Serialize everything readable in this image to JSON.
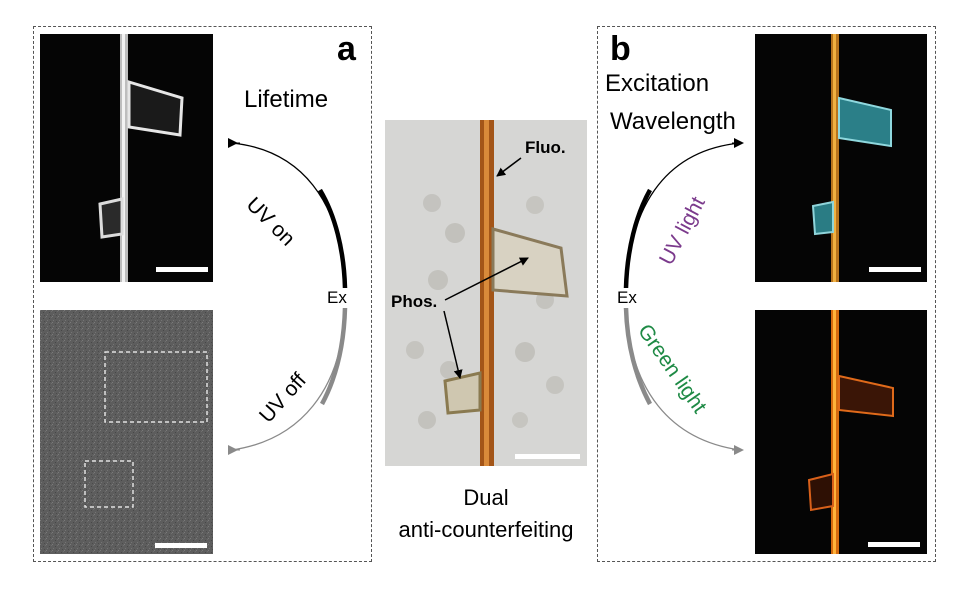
{
  "panel_a": {
    "letter": "a",
    "title": "Lifetime",
    "arc_top_label": "UV on",
    "arc_bottom_label": "UV off",
    "ex_label": "Ex"
  },
  "center": {
    "fluo_label": "Fluo.",
    "phos_label": "Phos.",
    "caption_line1": "Dual",
    "caption_line2": "anti-counterfeiting"
  },
  "panel_b": {
    "letter": "b",
    "title_line1": "Excitation",
    "title_line2": "Wavelength",
    "arc_top_label": "UV light",
    "arc_bottom_label": "Green light",
    "ex_label": "Ex"
  },
  "colors": {
    "uv_light_text": "#7b3a8c",
    "green_light_text": "#1e8a45",
    "uv_on_arc": "#000000",
    "uv_off_arc": "#8a8a8a",
    "fiber_orange": "#d98a2a",
    "crystal_cyan": "#3fb5c0"
  }
}
